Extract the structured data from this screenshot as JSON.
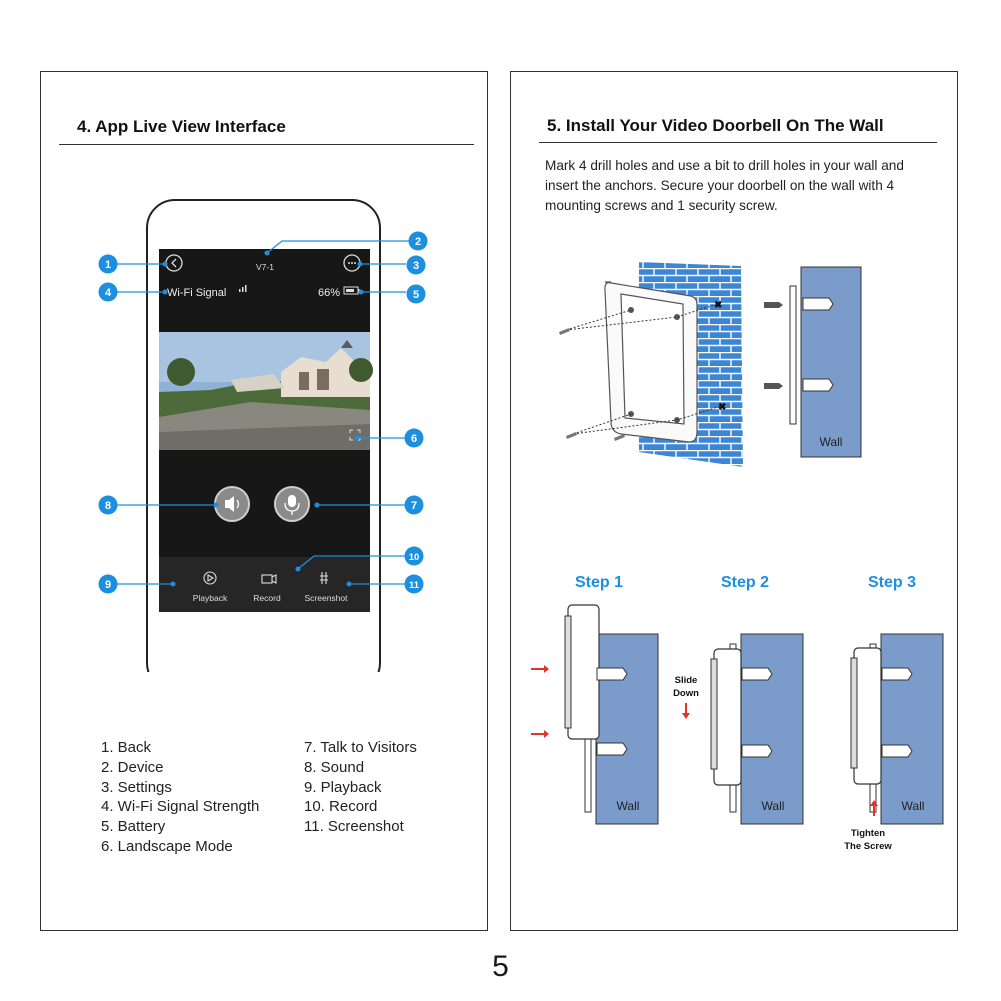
{
  "left": {
    "title": "4. App Live View Interface",
    "phone": {
      "device_name": "V7-1",
      "wifi_label": "Wi-Fi Signal",
      "battery": "66%",
      "toolbar": [
        "Playback",
        "Record",
        "Screenshot"
      ]
    },
    "callouts": [
      "1",
      "2",
      "3",
      "4",
      "5",
      "6",
      "7",
      "8",
      "9",
      "10",
      "11"
    ],
    "legend_col1": [
      "1. Back",
      "2. Device",
      "3. Settings",
      "4. Wi-Fi Signal Strength",
      "5. Battery",
      "6. Landscape Mode"
    ],
    "legend_col2": [
      "7. Talk to Visitors",
      "8. Sound",
      "9. Playback",
      "10. Record",
      "11. Screenshot"
    ]
  },
  "right": {
    "title": "5. Install Your Video Doorbell On The Wall",
    "instructions": "Mark 4 drill holes and use a bit to drill holes in your wall and insert the anchors. Secure your doorbell on the wall with 4 mounting screws and 1 security screw.",
    "wall_label": "Wall",
    "steps": [
      "Step 1",
      "Step  2",
      "Step 3"
    ],
    "slide_down": [
      "Slide",
      "Down"
    ],
    "tighten": [
      "Tighten",
      "The Screw"
    ]
  },
  "page_number": "5",
  "colors": {
    "accent_blue": "#1d8fe0",
    "wall_blue": "#7b9bcb",
    "brick_blue": "#3d86d4",
    "arrow_red": "#e2322b"
  }
}
